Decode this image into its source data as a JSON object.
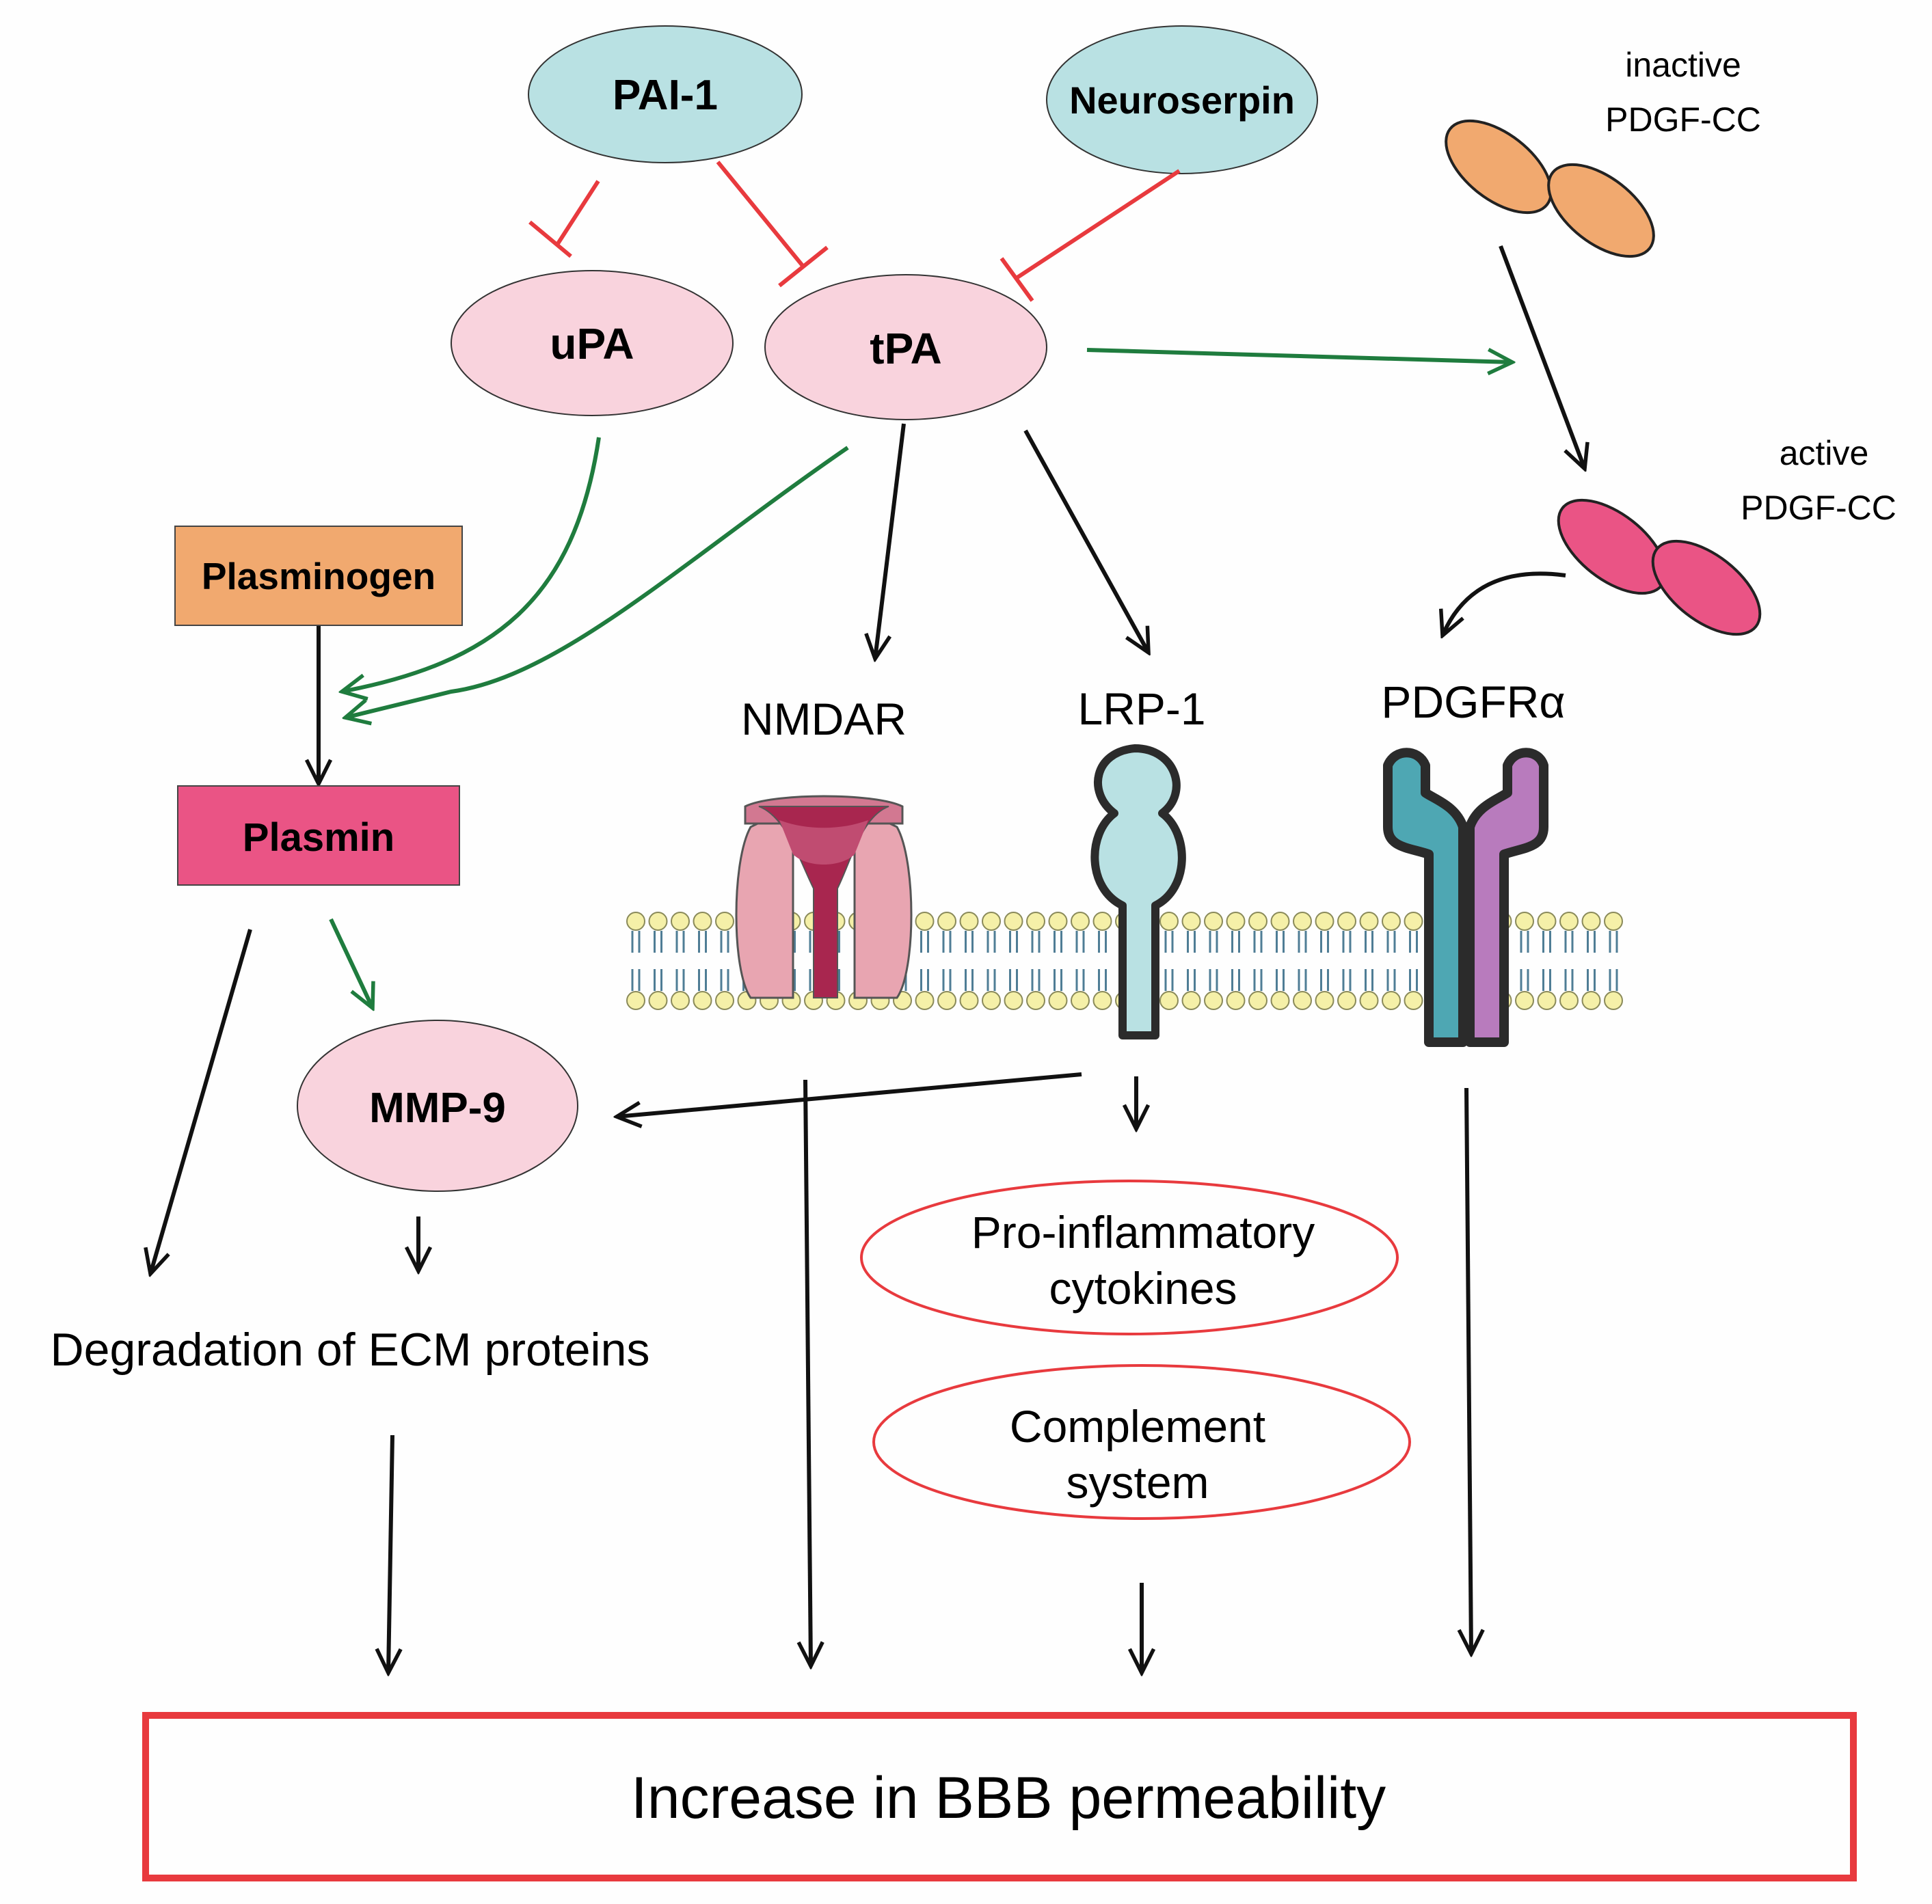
{
  "nodes": {
    "pai1": "PAI-1",
    "neuroserpin": "Neuroserpin",
    "upa": "uPA",
    "tpa": "tPA",
    "plasminogen": "Plasminogen",
    "plasmin": "Plasmin",
    "mmp9": "MMP-9",
    "inactive_pdgf_line1": "inactive",
    "inactive_pdgf_line2": "PDGF-CC",
    "active_pdgf_line1": "active",
    "active_pdgf_line2": "PDGF-CC"
  },
  "receptors": {
    "nmdar": "NMDAR",
    "lrp1": "LRP-1",
    "pdgfra": "PDGFRα"
  },
  "outcomes": {
    "ecm": "Degradation of ECM proteins",
    "cytokines_line1": "Pro-inflammatory",
    "cytokines_line2": "cytokines",
    "complement_line1": "Complement",
    "complement_line2": "system",
    "bbb": "Increase in BBB permeability"
  },
  "colors": {
    "inhibitor_fill": "#b9e1e3",
    "protease_fill": "#f9d3dd",
    "plasminogen_fill": "#f1a96f",
    "plasmin_fill": "#ea5485",
    "inactive_pdgf": "#f1a96f",
    "active_pdgf": "#ea5485",
    "inhibition_line": "#e83a3e",
    "activation_line": "#1f7c3e",
    "arrow_line": "#111111",
    "membrane_head": "#f5f0a8",
    "membrane_tail": "#4f7d95",
    "nmdar_fill": "#e8a5b1",
    "nmdar_core": "#a8264f",
    "lrp1_fill": "#b9e1e3",
    "pdgfra_teal": "#4ea7b3",
    "pdgfra_purple": "#b87bbd",
    "outcome_border": "#e83a3e"
  }
}
